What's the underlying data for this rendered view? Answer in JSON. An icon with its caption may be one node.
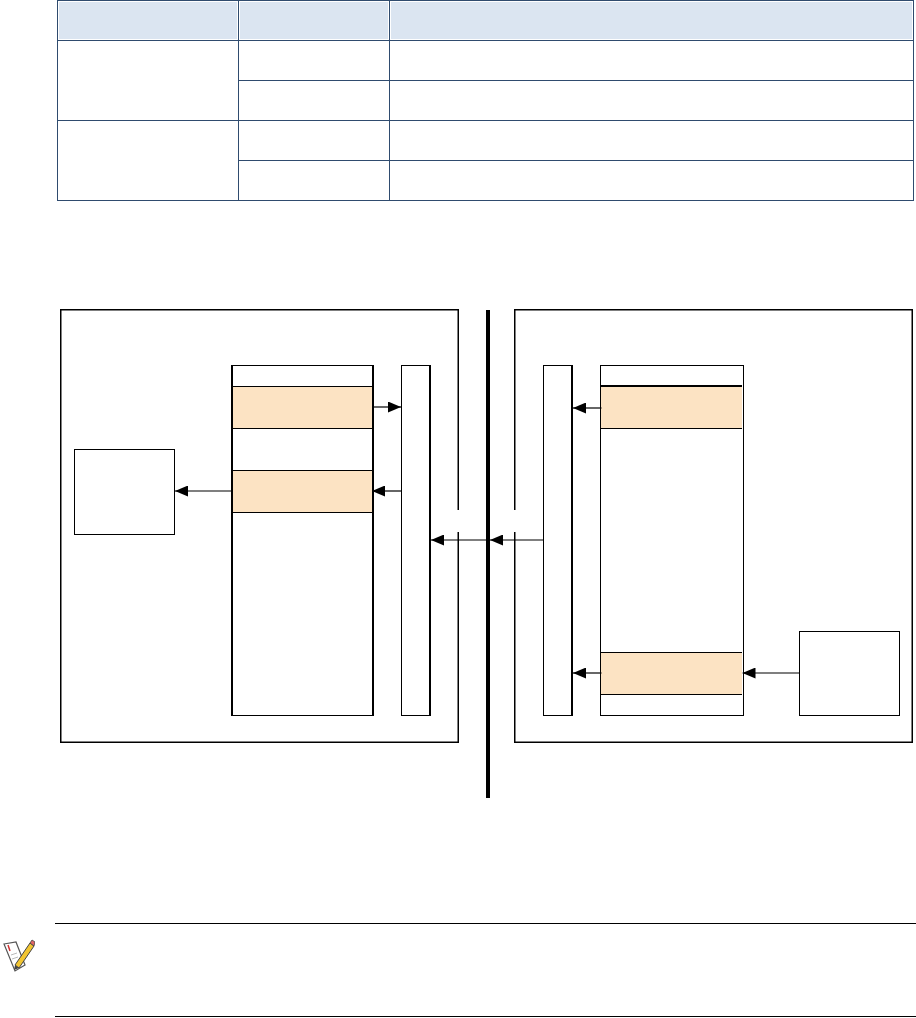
{
  "diagram": {
    "nodes": [
      {
        "text": [],
        "shape": "box"
      },
      {
        "text": [],
        "shape": "box",
        "in": 0
      },
      {
        "text": [],
        "shape": "box",
        "in": 0
      },
      {
        "text": [],
        "shape": "box",
        "in": 2
      },
      {
        "text": [],
        "shape": "box",
        "in": 2
      },
      {
        "text": [],
        "shape": "box",
        "in": 0
      },
      {
        "text": [],
        "shape": "bar"
      },
      {
        "text": [],
        "shape": "box"
      },
      {
        "text": [],
        "shape": "box",
        "in": 7
      },
      {
        "text": [],
        "shape": "box",
        "in": 7
      },
      {
        "text": [],
        "shape": "box",
        "in": 9
      },
      {
        "text": [],
        "shape": "box",
        "in": 9
      },
      {
        "text": [],
        "shape": "box",
        "in": 7
      }
    ],
    "edges": [
      {
        "from": 3,
        "to": 5,
        "arrow": "to"
      },
      {
        "from": 5,
        "to": 4,
        "arrow": "to"
      },
      {
        "from": 4,
        "to": 1,
        "arrow": "to"
      },
      {
        "from": 8,
        "to": 6,
        "arrow": "to"
      },
      {
        "from": 6,
        "to": 5,
        "arrow": "to"
      },
      {
        "from": 10,
        "to": 8,
        "arrow": "to"
      },
      {
        "from": 11,
        "to": 8,
        "arrow": "to"
      },
      {
        "from": 12,
        "to": 11,
        "arrow": "to"
      }
    ]
  }
}
